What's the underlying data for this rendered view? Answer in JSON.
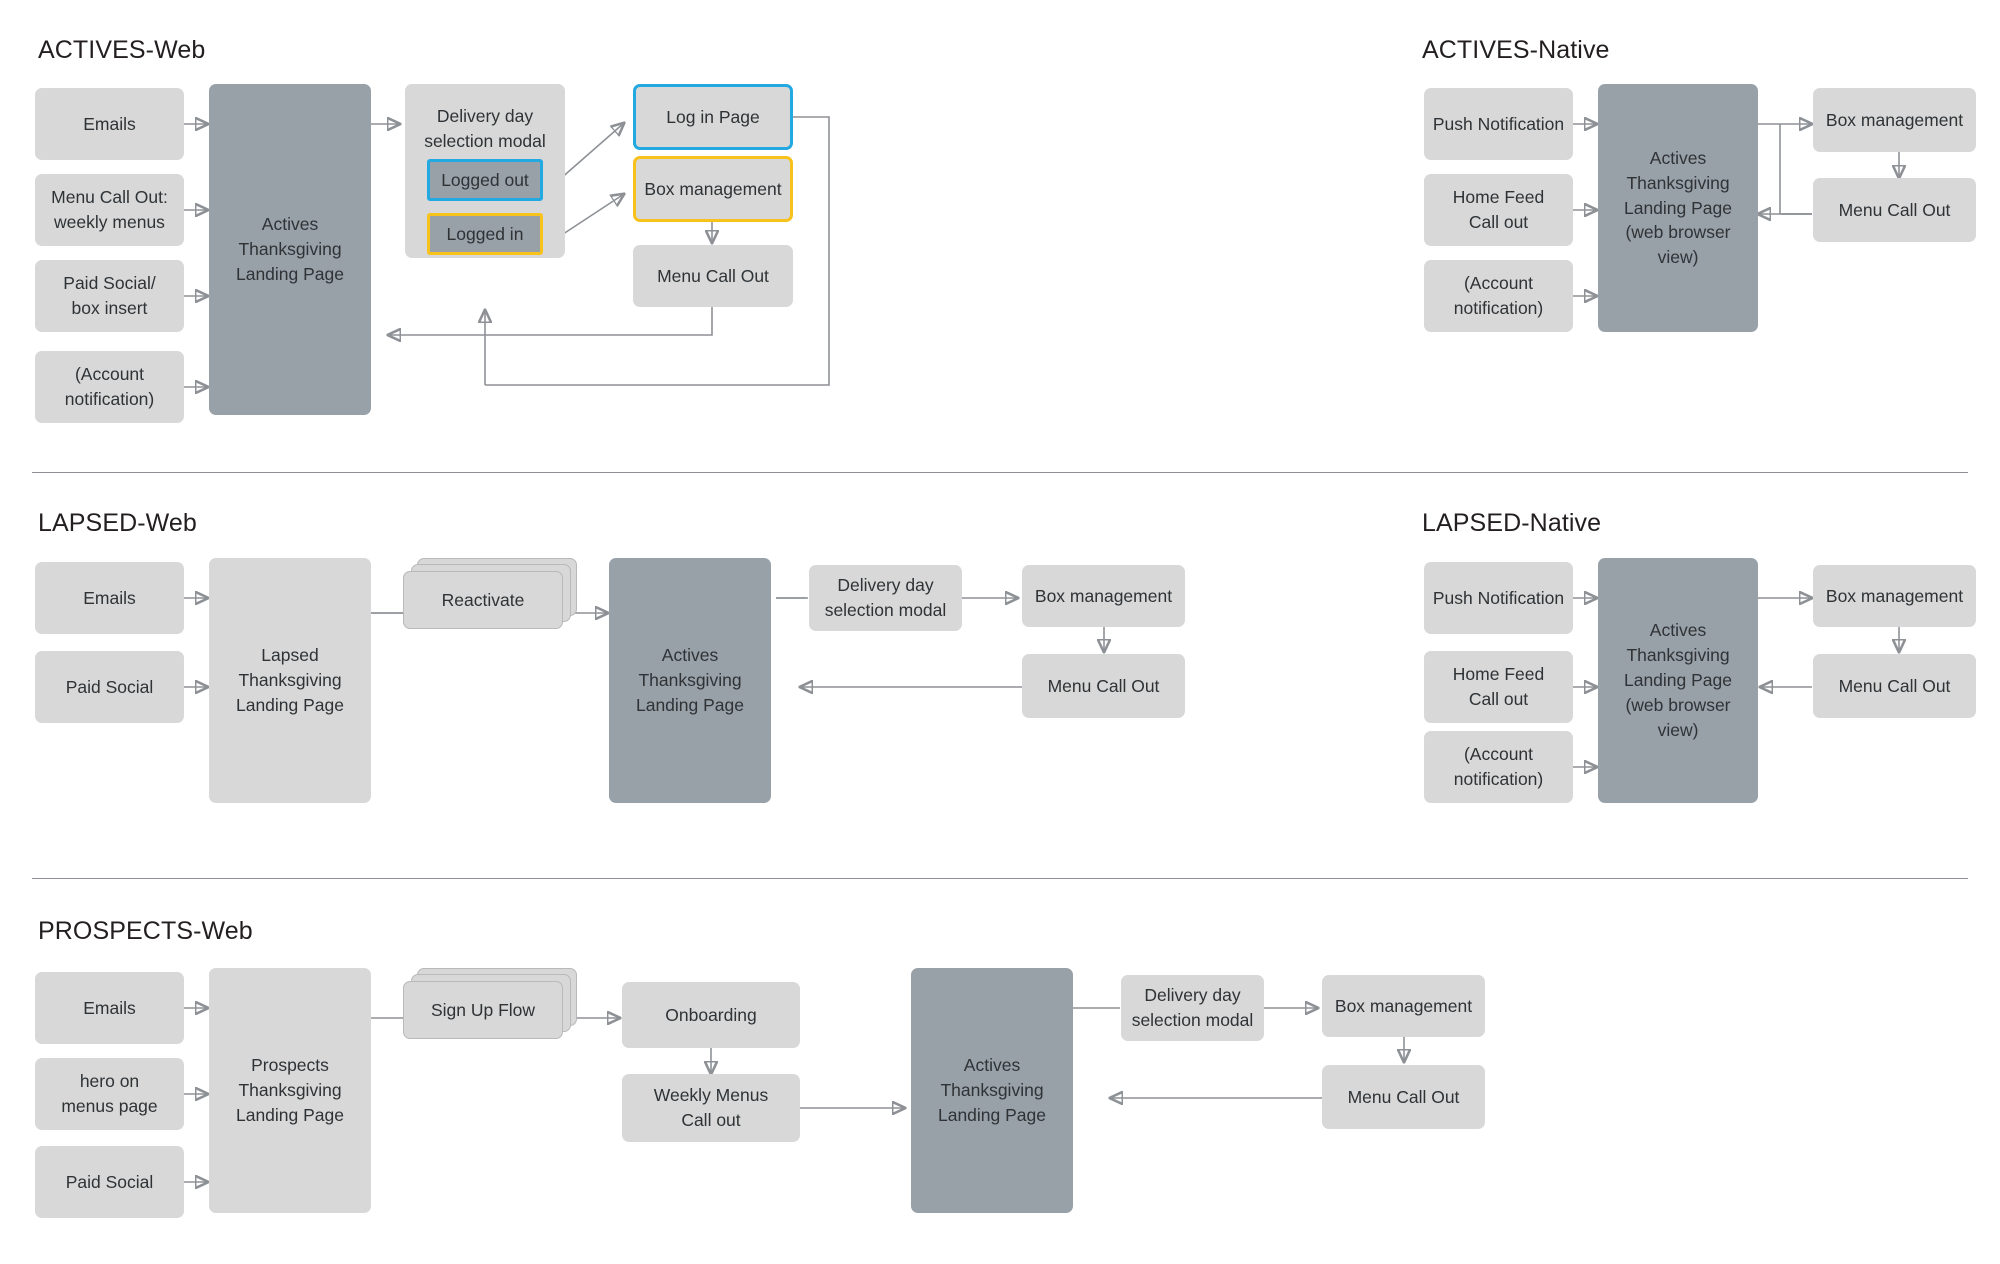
{
  "page": {
    "background": "#ffffff",
    "node_fill": "#d8d8d8",
    "node_fill_dark": "#98a0a8",
    "accent_blue": "#23a9e1",
    "accent_yellow": "#f7c21b",
    "line_color": "#8d9196"
  },
  "sections": [
    {
      "id": "actives-web",
      "title": "ACTIVES-Web",
      "nodes": {
        "emails": "Emails",
        "menu_call_out_weekly": "Menu Call Out:\nweekly menus",
        "paid_social_box_insert": "Paid Social/\nbox insert",
        "account_notification": "(Account\nnotification)",
        "landing_page": "Actives\nThanksgiving\nLanding Page",
        "delivery_modal": "Delivery day\nselection modal",
        "logged_out": "Logged out",
        "logged_in": "Logged in",
        "log_in_page": "Log in Page",
        "box_management": "Box management",
        "menu_call_out": "Menu Call Out"
      }
    },
    {
      "id": "actives-native",
      "title": "ACTIVES-Native",
      "nodes": {
        "push_notification": "Push Notification",
        "home_feed_call_out": "Home Feed\nCall out",
        "account_notification": "(Account\nnotification)",
        "landing_page": "Actives\nThanksgiving\nLanding Page\n(web browser view)",
        "box_management": "Box management",
        "menu_call_out": "Menu Call Out"
      }
    },
    {
      "id": "lapsed-web",
      "title": "LAPSED-Web",
      "nodes": {
        "emails": "Emails",
        "paid_social": "Paid Social",
        "lapsed_landing_page": "Lapsed\nThanksgiving\nLanding Page",
        "reactivate": "Reactivate",
        "actives_landing_page": "Actives\nThanksgiving\nLanding Page",
        "delivery_modal": "Delivery day\nselection modal",
        "box_management": "Box management",
        "menu_call_out": "Menu Call Out"
      }
    },
    {
      "id": "lapsed-native",
      "title": "LAPSED-Native",
      "nodes": {
        "push_notification": "Push Notification",
        "home_feed_call_out": "Home Feed\nCall out",
        "account_notification": "(Account\nnotification)",
        "landing_page": "Actives\nThanksgiving\nLanding Page\n(web browser view)",
        "box_management": "Box management",
        "menu_call_out": "Menu Call Out"
      }
    },
    {
      "id": "prospects-web",
      "title": "PROSPECTS-Web",
      "nodes": {
        "emails": "Emails",
        "hero_on_menus_page": "hero on\nmenus page",
        "paid_social": "Paid Social",
        "prospects_landing_page": "Prospects\nThanksgiving\nLanding Page",
        "sign_up_flow": "Sign Up Flow",
        "onboarding": "Onboarding",
        "weekly_menus_call_out": "Weekly Menus\nCall out",
        "actives_landing_page": "Actives\nThanksgiving\nLanding Page",
        "delivery_modal": "Delivery day\nselection modal",
        "box_management": "Box management",
        "menu_call_out": "Menu Call Out"
      }
    }
  ]
}
